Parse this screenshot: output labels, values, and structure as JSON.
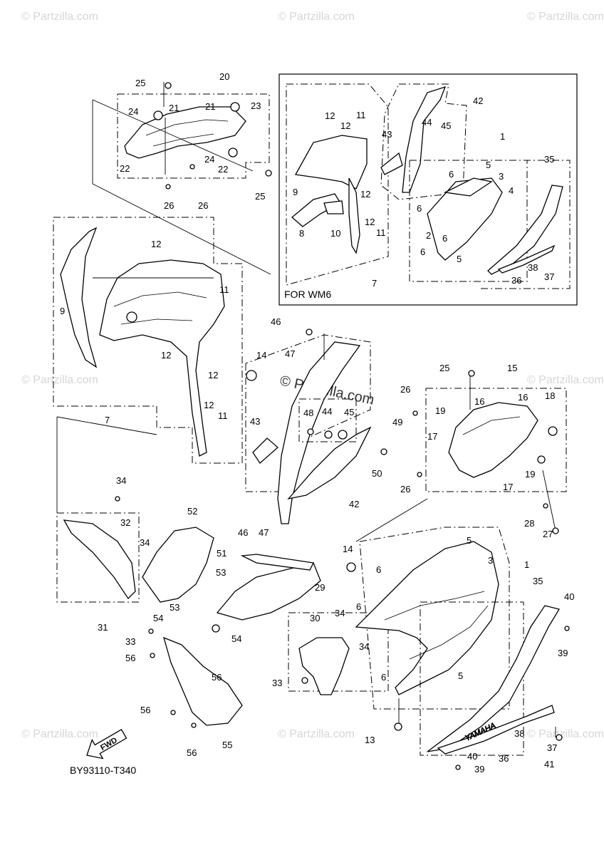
{
  "watermark": "© Partzilla.com",
  "watermark_center": "© Partzilla.com",
  "inset_label": "FOR WM6",
  "fwd_label": "FWD",
  "diagram_code": "BY93110-T340",
  "brand_text": "YAMAHA",
  "callouts": {
    "c1": "1",
    "c2": "2",
    "c3": "3",
    "c4": "4",
    "c5": "5",
    "c6": "6",
    "c7": "7",
    "c8": "8",
    "c9": "9",
    "c10": "10",
    "c11": "11",
    "c12": "12",
    "c13": "13",
    "c14": "14",
    "c15": "15",
    "c16": "16",
    "c17": "17",
    "c18": "18",
    "c19": "19",
    "c20": "20",
    "c21": "21",
    "c22": "22",
    "c23": "23",
    "c24": "24",
    "c25": "25",
    "c26": "26",
    "c27": "27",
    "c28": "28",
    "c29": "29",
    "c30": "30",
    "c31": "31",
    "c32": "32",
    "c33": "33",
    "c34": "34",
    "c35": "35",
    "c36": "36",
    "c37": "37",
    "c38": "38",
    "c39": "39",
    "c40": "40",
    "c41": "41",
    "c42": "42",
    "c43": "43",
    "c44": "44",
    "c45": "45",
    "c46": "46",
    "c47": "47",
    "c48": "48",
    "c49": "49",
    "c50": "50",
    "c51": "51",
    "c52": "52",
    "c53": "53",
    "c54": "54",
    "c55": "55",
    "c56": "56"
  }
}
